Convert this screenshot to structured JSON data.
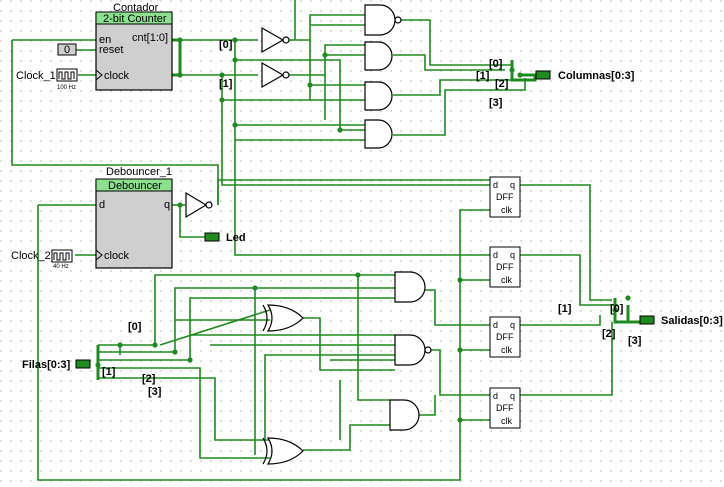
{
  "counter": {
    "title": "Contador",
    "header": "2-bit Counter",
    "en": "en",
    "reset": "reset",
    "clock": "clock",
    "out": "cnt[1:0]",
    "reset_value": "0"
  },
  "debouncer": {
    "title": "Debouncer_1",
    "header": "Debouncer",
    "d": "d",
    "q": "q",
    "clock": "clock"
  },
  "clock1": {
    "label": "Clock_1",
    "freq": "100 Hz"
  },
  "clock2": {
    "label": "Clock_2",
    "freq": "40 Hz"
  },
  "led": {
    "label": "Led"
  },
  "columnas": {
    "label": "Columnas[0:3]"
  },
  "salidas": {
    "label": "Salidas[0:3]"
  },
  "filas": {
    "label": "Filas[0:3]"
  },
  "dff": {
    "d": "d",
    "q": "q",
    "name": "DFF",
    "clk": "clk"
  },
  "bits": {
    "b0": "[0]",
    "b1": "[1]",
    "b2": "[2]",
    "b3": "[3]"
  }
}
